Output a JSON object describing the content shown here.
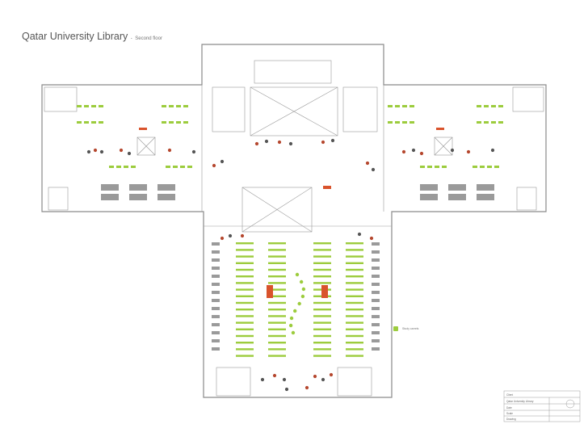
{
  "title": "Qatar University Library",
  "separator": "-",
  "subtitle": "Second floor",
  "colors": {
    "wall": "#8a8a8a",
    "shelf_green": "#9ccc3d",
    "chair_red": "#b5472e",
    "chair_dark": "#555555",
    "accent_orange": "#d9532c",
    "furniture_gray": "#9a9a9a"
  },
  "legend": {
    "label": "Study carrels"
  },
  "title_block": {
    "row1": "Client",
    "row2": "Qatar University Library",
    "row3": "Date",
    "row4": "Scale",
    "row5": "Drawing"
  }
}
